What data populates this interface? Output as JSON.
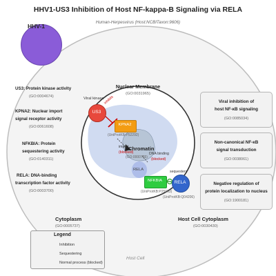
{
  "title": "HHV1-US3 Inhibition of Host NF-kappa-B Signaling via RELA",
  "host_cell": {
    "organism_label": "Human-Herpesvirus (Host:NCBITaxon:9606)",
    "bottom_label": "Host Cell"
  },
  "virus": {
    "label": "HHV-1",
    "color": "#8a5cd8"
  },
  "nucleus": {
    "label": "Nuclear Membrane",
    "go": "(GO:0031965)"
  },
  "cytoplasm": {
    "label": "Cytoplasm",
    "go": "(GO:0005737)"
  },
  "host_cytoplasm": {
    "label": "Host Cell Cytoplasm",
    "go": "(GO:0030430)"
  },
  "activities": [
    {
      "name": "US3: Protein kinase activity",
      "go": "(GO:0004674)"
    },
    {
      "name_line1": "KPNA2: Nuclear import",
      "name_line2": "signal receptor activity",
      "go": "(GO:0061608)"
    },
    {
      "name_line1": "NFKBIA: Protein",
      "name_line2": "sequestering activity",
      "go": "(GO:0140311)"
    },
    {
      "name_line1": "RELA: DNA-binding",
      "name_line2": "transcription factor activity",
      "go": "(GO:0003700)"
    }
  ],
  "processes": [
    {
      "line1": "Viral inhibition of",
      "line2": "host NF-κB signaling",
      "go": "(GO:0085034)"
    },
    {
      "line1": "Non-canonical NF-κB",
      "line2": "signal transduction",
      "go": "(GO:0038061)"
    },
    {
      "line1": "Negative regulation of",
      "line2": "protein localization to nucleus",
      "go": "(GO:1900181)"
    }
  ],
  "nodes": {
    "us3": {
      "label": "US3",
      "role": "Viral kinase",
      "color": "#e8483c"
    },
    "kpna2": {
      "label": "KPNA2",
      "id": "(UniProtKB:P52292)",
      "color": "#f39c12"
    },
    "chromatin": {
      "label": "Chromatin",
      "id": "(GO:0000785)"
    },
    "rela_nuclear": {
      "label": "RELA"
    },
    "nfkbia": {
      "label": "NFKBIA",
      "id": "(UniProtKB:P25963)",
      "color": "#2ecc40"
    },
    "rela": {
      "label": "RELA",
      "id": "(UniProtKB:Q04206)",
      "color": "#3366cc"
    }
  },
  "edge_labels": {
    "inhibits": "inhibits",
    "sequesters": "sequesters",
    "import": "import",
    "import_blocked": "(blocked)",
    "dna_binding": "DNA binding",
    "dna_blocked": "(blocked)"
  },
  "legend": {
    "title": "Legend",
    "items": [
      "Inhibition",
      "Sequestering",
      "Normal process (blocked)"
    ]
  }
}
